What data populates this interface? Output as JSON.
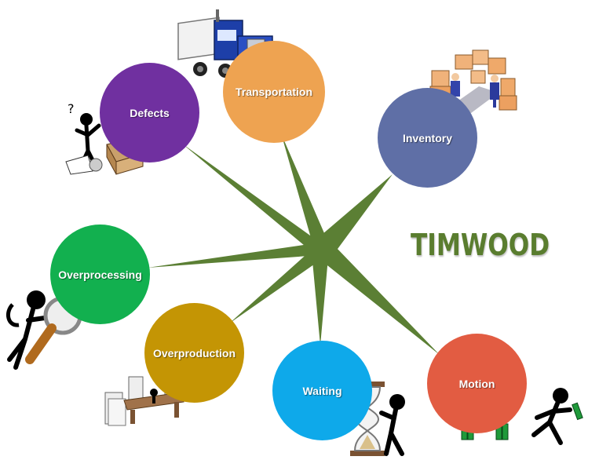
{
  "title": "TIMWOOD",
  "colors": {
    "title": "#5a7d2f",
    "star": "#5b7f34",
    "defects": "#7030a0",
    "transportation": "#eea351",
    "inventory": "#5f6fa6",
    "overprocessing": "#12b04f",
    "overproduction": "#c49504",
    "waiting": "#0ea9ea",
    "motion": "#e25c42"
  },
  "nodes": [
    {
      "key": "defects",
      "label": "Defects"
    },
    {
      "key": "transportation",
      "label": "Transportation"
    },
    {
      "key": "inventory",
      "label": "Inventory"
    },
    {
      "key": "overprocessing",
      "label": "Overprocessing"
    },
    {
      "key": "overproduction",
      "label": "Overproduction"
    },
    {
      "key": "waiting",
      "label": "Waiting"
    },
    {
      "key": "motion",
      "label": "Motion"
    }
  ],
  "icons": [
    "truck-icon",
    "boxes-workers-icon",
    "confused-figure-icon",
    "magnifier-figure-icon",
    "desk-papers-icon",
    "hourglass-figure-icon",
    "running-figure-icon"
  ]
}
